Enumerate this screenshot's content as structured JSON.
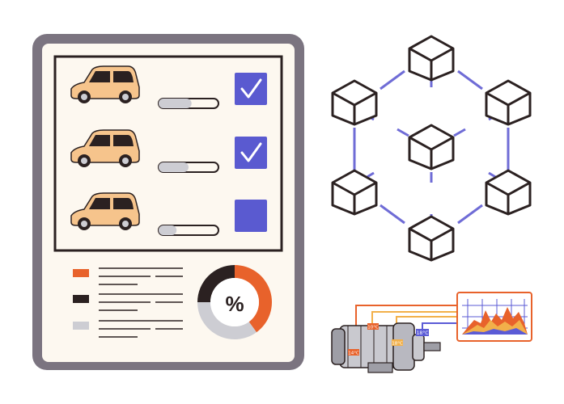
{
  "tablet": {
    "frame_color": "#7b7480",
    "screen_color": "#fdf8f0",
    "cars": [
      {
        "icon": "car-icon",
        "checked": true,
        "progress": 0.55
      },
      {
        "icon": "car-icon",
        "checked": true,
        "progress": 0.5
      },
      {
        "icon": "car-icon",
        "checked": false,
        "progress": 0.3
      }
    ],
    "legend": [
      {
        "color": "#e8622b"
      },
      {
        "color": "#2b2121"
      },
      {
        "color": "#cdcdd3"
      }
    ],
    "donut": {
      "label": "%",
      "segments": [
        {
          "color": "#e8622b",
          "fraction": 0.4
        },
        {
          "color": "#cdcdd3",
          "fraction": 0.35
        },
        {
          "color": "#2b2121",
          "fraction": 0.25
        }
      ]
    }
  },
  "blockchain": {
    "cube_color": "#2b2121",
    "link_color": "#6f6cd6",
    "cube_count": 7
  },
  "machine": {
    "temp_labels": [
      "14°C",
      "10°C",
      "18°C",
      "18°C"
    ],
    "graph_colors": [
      "#e8622b",
      "#f2b04a",
      "#5b5bd6"
    ]
  },
  "colors": {
    "orange": "#e8622b",
    "dark": "#2b2121",
    "purple": "#5a5ad0",
    "car": "#f6c48c",
    "gray": "#cdcdd3"
  }
}
